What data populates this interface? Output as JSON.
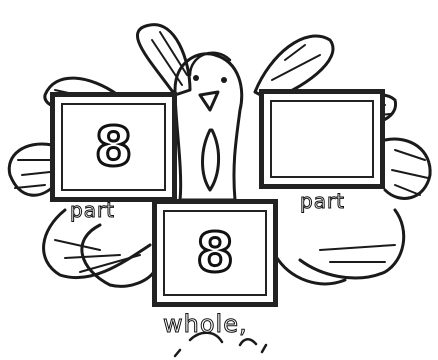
{
  "diagram": {
    "left_part": {
      "label": "part",
      "value": "8"
    },
    "right_part": {
      "label": "part",
      "value": ""
    },
    "whole": {
      "label": "whole,",
      "value": "8"
    }
  },
  "colors": {
    "ink": "#222222",
    "paper": "#ffffff"
  },
  "icons": [
    "turkey-illustration"
  ]
}
